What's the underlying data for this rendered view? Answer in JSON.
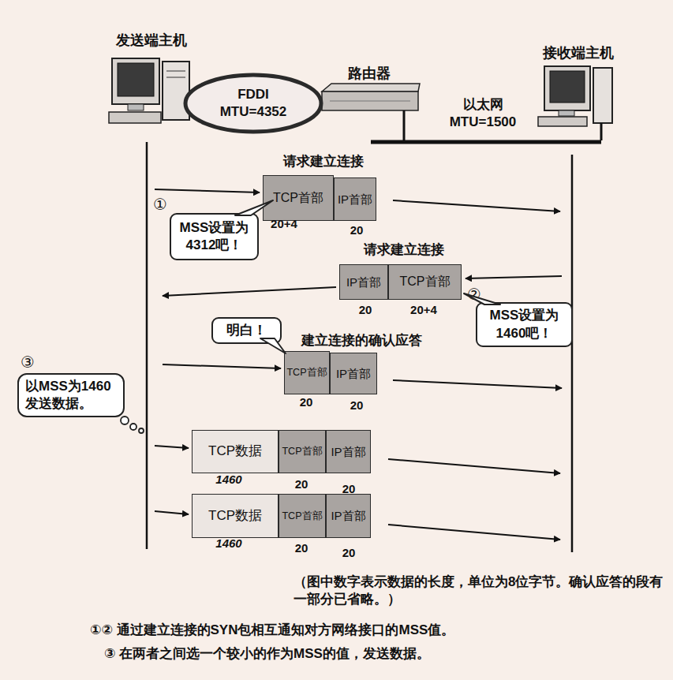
{
  "diagram": {
    "nodes": [
      {
        "text": [
          "FDDI MTU=4352"
        ]
      },
      {
        "text": [
          "TCP首部"
        ]
      },
      {
        "text": [
          "IP首部"
        ]
      },
      {
        "text": [
          "MSS设置为 4312吧！"
        ]
      },
      {
        "text": [
          "IP首部"
        ]
      },
      {
        "text": [
          "TCP首部"
        ]
      },
      {
        "text": [
          "MSS设置为 1460吧！"
        ]
      },
      {
        "text": [
          "明白！"
        ]
      },
      {
        "text": [
          "TCP首部"
        ]
      },
      {
        "text": [
          "IP首部"
        ]
      },
      {
        "text": [
          "以MSS为1460 发送数据。"
        ]
      },
      {
        "text": [
          "TCP数据"
        ]
      },
      {
        "text": [
          "TCP首部"
        ]
      },
      {
        "text": [
          "IP首部"
        ]
      },
      {
        "text": [
          "TCP数据"
        ]
      },
      {
        "text": [
          "TCP首部"
        ]
      },
      {
        "text": [
          "IP首部"
        ]
      }
    ],
    "labels": [
      "发送端主机",
      "路由器",
      "以太网 MTU=1500",
      "接收端主机",
      "请求建立连接",
      "①",
      "20+4",
      "20",
      "请求建立连接",
      "②",
      "20",
      "20+4",
      "建立连接的确认应答",
      "③",
      "20",
      "20",
      "1460",
      "20",
      "20",
      "1460",
      "20",
      "20",
      "（图中数字表示数据的长度，单位为8位字节。确认应答的段有一部分已省略。）",
      "①② 通过建立连接的SYN包相互通知对方网络接口的MSS值。",
      "③ 在两者之间选一个较小的作为MSS的值，发送数据。"
    ]
  }
}
